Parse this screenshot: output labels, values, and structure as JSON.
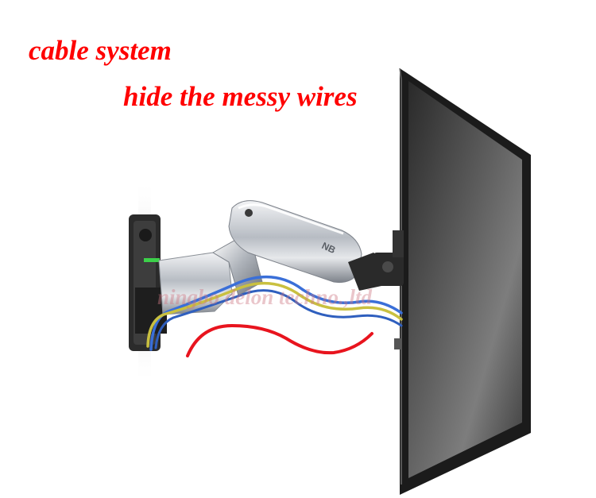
{
  "captions": {
    "line1": "cable system",
    "line2": "hide the messy  wires"
  },
  "watermark": "ningbo delon techno.,ltd",
  "colors": {
    "caption": "#ff0000",
    "background": "#ffffff",
    "monitor_frame": "#1b1b1b",
    "arm_metal": "#c8ccd2",
    "cable_blue": "#3a6fd8",
    "cable_yellow": "#c9c040",
    "red_curve": "#e8141e"
  }
}
